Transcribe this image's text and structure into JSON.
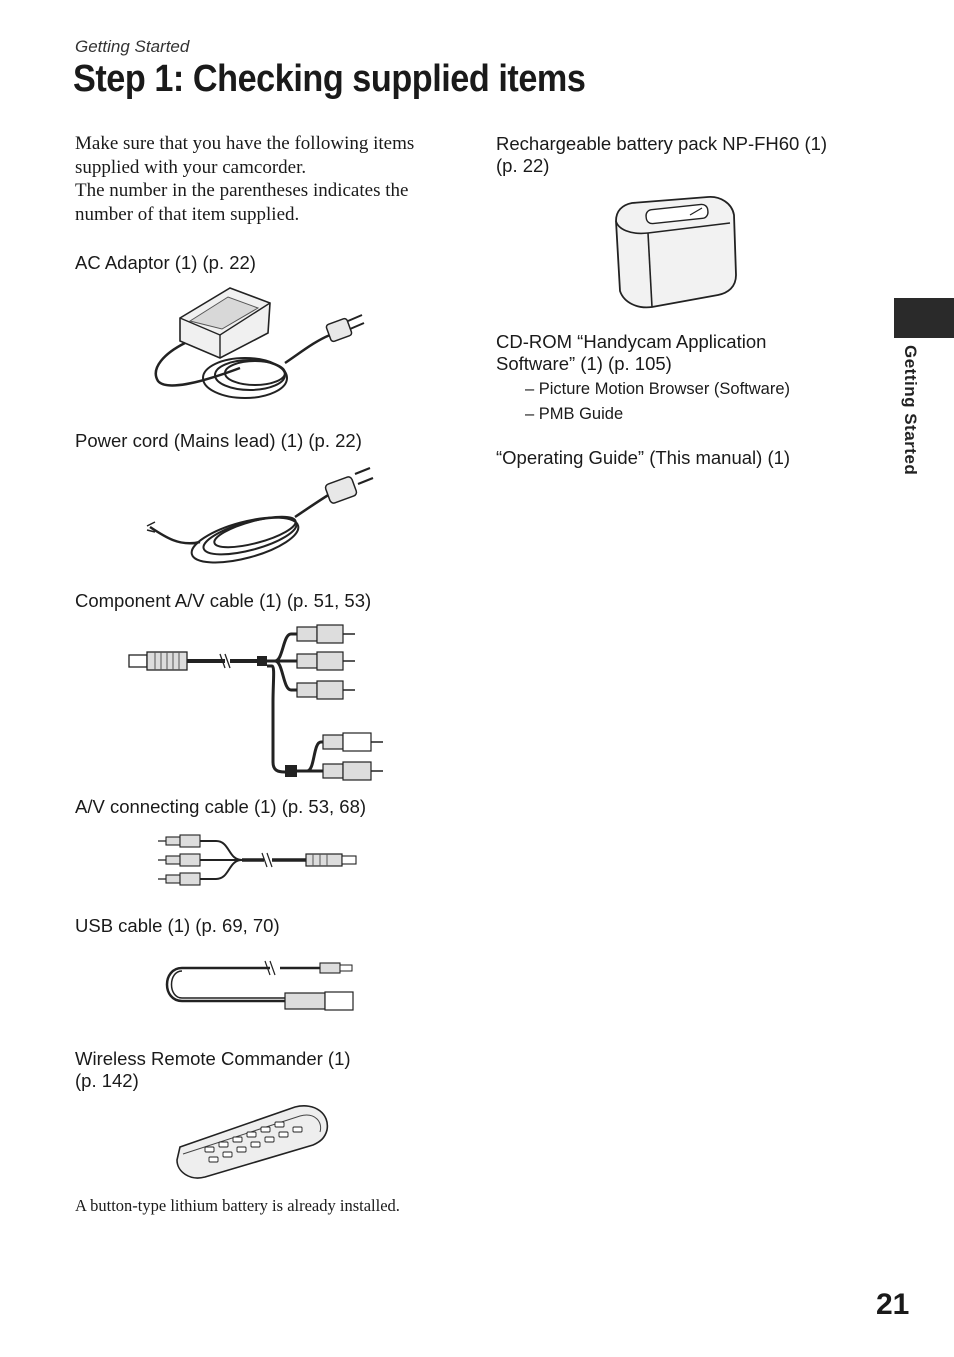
{
  "header": {
    "section": "Getting Started",
    "title": "Step 1: Checking supplied items"
  },
  "intro": {
    "line1": "Make sure that you have the following items supplied with your camcorder.",
    "line2": "The number in the parentheses indicates the number of that item supplied."
  },
  "items": {
    "ac_adaptor": "AC Adaptor (1) (p. 22)",
    "power_cord": "Power cord (Mains lead) (1) (p. 22)",
    "component_av": "Component A/V cable (1) (p. 51, 53)",
    "av_cable": "A/V connecting cable (1) (p. 53, 68)",
    "usb_cable": "USB cable (1) (p. 69, 70)",
    "remote_line1": "Wireless Remote Commander (1)",
    "remote_line2": "(p. 142)",
    "battery_line1": "Rechargeable battery pack NP-FH60 (1)",
    "battery_line2": "(p. 22)",
    "cdrom_line1": "CD-ROM “Handycam Application",
    "cdrom_line2": "Software” (1) (p. 105)",
    "cdrom_sub1": "– Picture Motion Browser (Software)",
    "cdrom_sub2": "– PMB Guide",
    "operating_guide": "“Operating Guide” (This manual) (1)"
  },
  "note": "A button-type lithium battery is already installed.",
  "side_tab": {
    "label": "Getting Started"
  },
  "page_number": "21",
  "icons": {
    "ac_adaptor": "ac-adaptor-illustration",
    "power_cord": "power-cord-illustration",
    "component_av": "component-av-cable-illustration",
    "av_cable": "av-connecting-cable-illustration",
    "usb_cable": "usb-cable-illustration",
    "remote": "remote-commander-illustration",
    "battery": "battery-pack-illustration"
  }
}
